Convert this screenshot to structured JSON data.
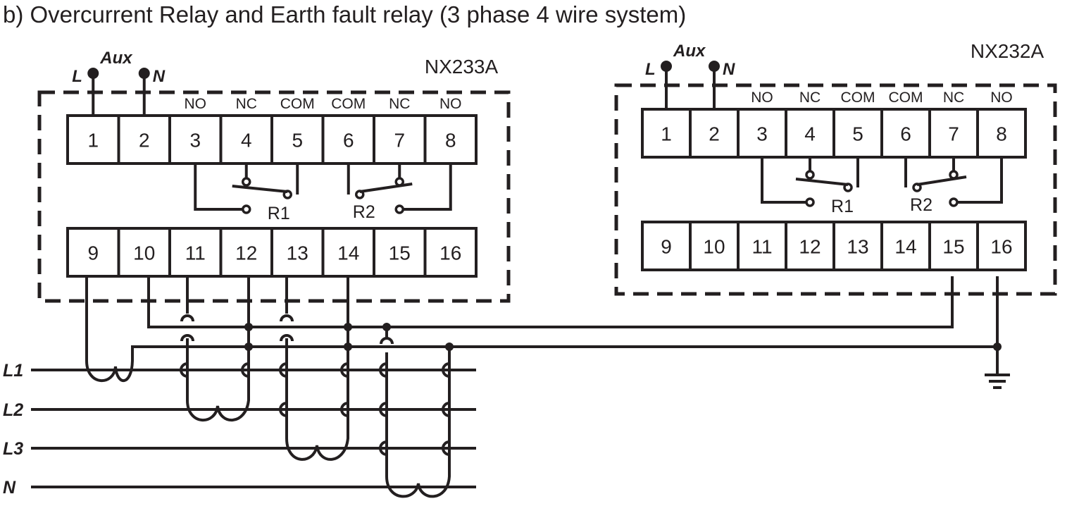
{
  "title": "b) Overcurrent Relay and Earth fault relay (3 phase 4 wire system)",
  "relay_left": {
    "model": "NX233A",
    "aux_label": "Aux",
    "l_label": "L",
    "n_label": "N",
    "top_terminals": [
      "1",
      "2",
      "3",
      "4",
      "5",
      "6",
      "7",
      "8"
    ],
    "contact_labels": [
      "NO",
      "NC",
      "COM",
      "COM",
      "NC",
      "NO"
    ],
    "bottom_terminals": [
      "9",
      "10",
      "11",
      "12",
      "13",
      "14",
      "15",
      "16"
    ],
    "relay1_label": "R1",
    "relay2_label": "R2"
  },
  "relay_right": {
    "model": "NX232A",
    "aux_label": "Aux",
    "l_label": "L",
    "n_label": "N",
    "top_terminals": [
      "1",
      "2",
      "3",
      "4",
      "5",
      "6",
      "7",
      "8"
    ],
    "contact_labels": [
      "NO",
      "NC",
      "COM",
      "COM",
      "NC",
      "NO"
    ],
    "bottom_terminals": [
      "9",
      "10",
      "11",
      "12",
      "13",
      "14",
      "15",
      "16"
    ],
    "relay1_label": "R1",
    "relay2_label": "R2"
  },
  "lines": [
    "L1",
    "L2",
    "L3",
    "N"
  ]
}
